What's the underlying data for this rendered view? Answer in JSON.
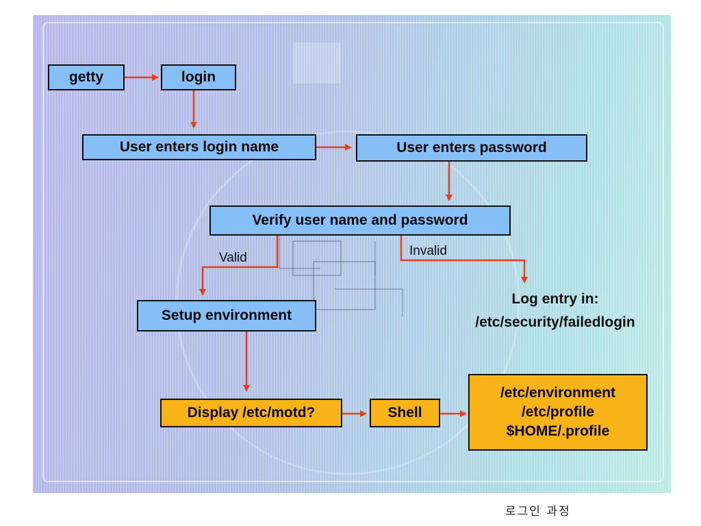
{
  "diagram": {
    "nodes": {
      "getty": "getty",
      "login": "login",
      "enter_login_name": "User enters login name",
      "enter_password": "User enters password",
      "verify": "Verify user name and password",
      "setup_env": "Setup environment",
      "display_motd": "Display /etc/motd?",
      "shell": "Shell",
      "profile_files": [
        "/etc/environment",
        "/etc/profile",
        "$HOME/.profile"
      ]
    },
    "edge_labels": {
      "valid": "Valid",
      "invalid": "Invalid"
    },
    "log_entry": {
      "line1": "Log entry in:",
      "line2": "/etc/security/failedlogin"
    }
  },
  "caption": "로그인 과정",
  "colors": {
    "process_box": "#86bff6",
    "shell_box": "#f7b317",
    "arrow": "#e8401c"
  }
}
